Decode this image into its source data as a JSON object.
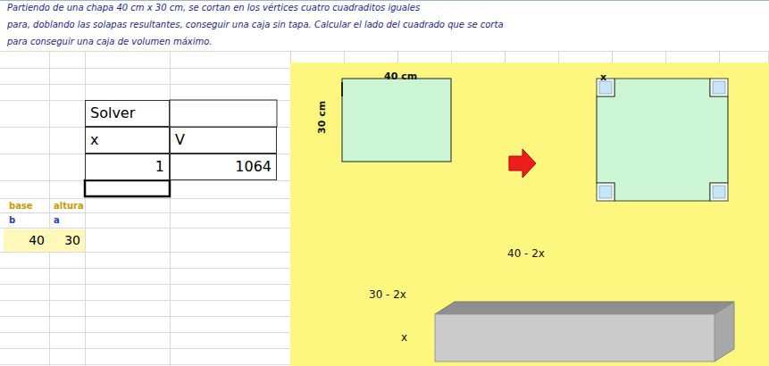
{
  "diagram": {
    "nodes": [
      {
        "text": [
          "40 cm",
          "30 cm",
          "x",
          "40 - 2x",
          "30 - 2x",
          "x"
        ]
      },
      {
        "text": [
          "Solver"
        ]
      },
      {
        "text": [
          "x"
        ]
      },
      {
        "text": [
          "V"
        ]
      },
      {
        "text": [
          "1"
        ]
      },
      {
        "text": [
          "1064"
        ]
      },
      {
        "text": [
          "40"
        ]
      },
      {
        "text": [
          "30"
        ]
      }
    ],
    "labels": [
      "Partiendo de una chapa 40 cm x 30 cm, se cortan en los vértices cuatro cuadraditos iguales",
      "para, doblando las solapas resultantes, conseguir una caja sin tapa. Calcular el lado del cuadrado que se corta",
      "para conseguir una caja de volumen máximo.",
      "base",
      "altura",
      "b",
      "a"
    ]
  }
}
